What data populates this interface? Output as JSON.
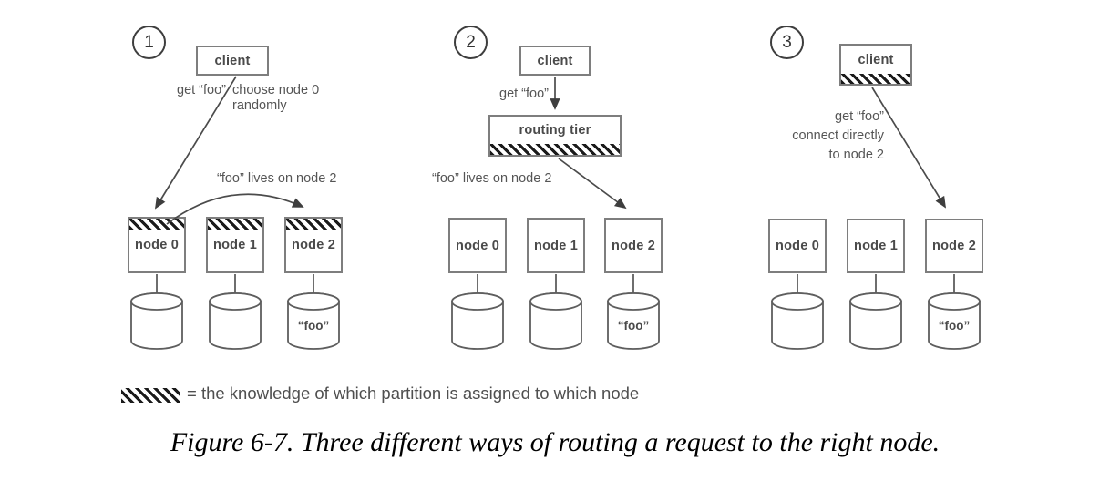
{
  "figure": {
    "caption": "Figure 6-7. Three different ways of routing a request to the right node.",
    "legend_text": "= the knowledge of which partition is assigned to which node",
    "legend_meaning": "hatch-pattern swatch"
  },
  "colors": {
    "box_border": "#7e7e7e",
    "hatch": "#1b1b1b",
    "arrow": "#4b4b4b",
    "text": "#4a4a4a"
  },
  "panels": [
    {
      "number": "1",
      "client_label": "client",
      "request_label": "get “foo”",
      "annotation": "choose node 0\nrandomly",
      "routing_note": "“foo” lives on node 2",
      "nodes": [
        "node 0",
        "node 1",
        "node 2"
      ],
      "partition_label": "“foo”"
    },
    {
      "number": "2",
      "client_label": "client",
      "request_label": "get “foo”",
      "routing_tier_label": "routing tier",
      "routing_note": "“foo” lives on node 2",
      "nodes": [
        "node 0",
        "node 1",
        "node 2"
      ],
      "partition_label": "“foo”"
    },
    {
      "number": "3",
      "client_label": "client",
      "request_label": "get “foo”\nconnect directly\nto node 2",
      "nodes": [
        "node 0",
        "node 1",
        "node 2"
      ],
      "partition_label": "“foo”"
    }
  ]
}
